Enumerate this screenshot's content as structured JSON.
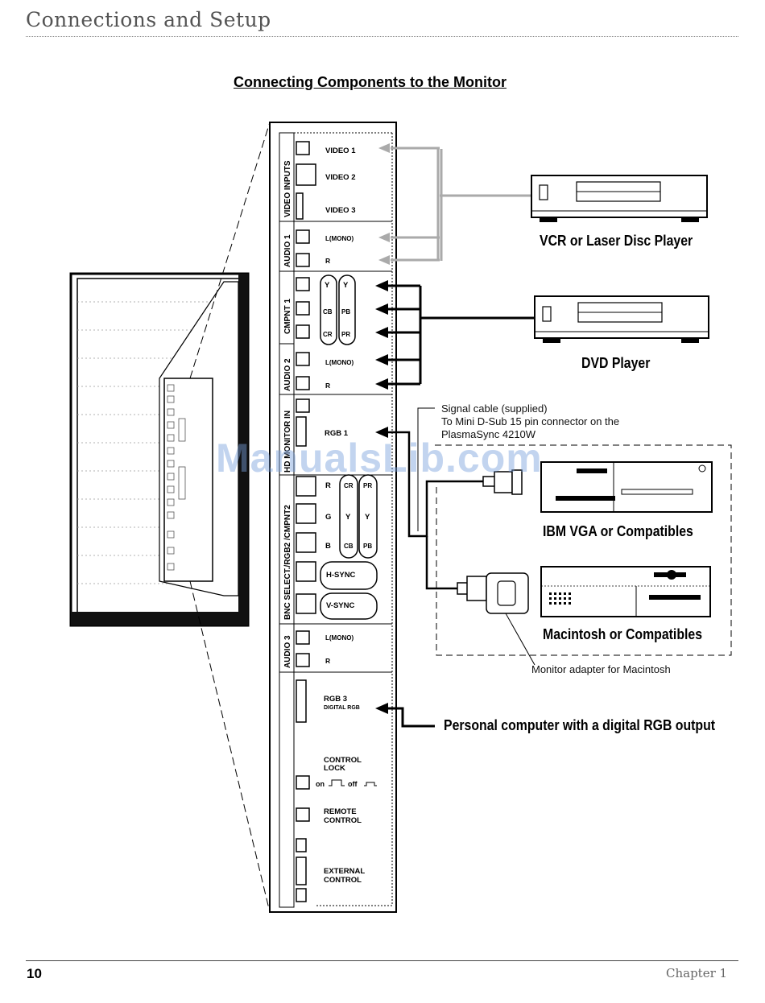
{
  "header": {
    "title": "Connections and Setup"
  },
  "figure": {
    "title": "Connecting Components to the Monitor",
    "groups": {
      "video_inputs": "VIDEO INPUTS",
      "audio1": "AUDIO 1",
      "cmpnt1": "CMPNT 1",
      "audio2": "AUDIO 2",
      "hd_monitor": "HD MONITOR IN",
      "bnc": "BNC SELECT./RGB2 /CMPNT2",
      "audio3": "AUDIO 3"
    },
    "jacks": {
      "video1": "VIDEO 1",
      "video2": "VIDEO 2",
      "video3": "VIDEO 3",
      "lmono1": "L(MONO)",
      "r1": "R",
      "y": "Y",
      "cb": "CB",
      "cr": "CR",
      "pb": "PB",
      "pr": "PR",
      "lmono2": "L(MONO)",
      "r2": "R",
      "rgb1": "RGB 1",
      "bnc_r": "R",
      "bnc_g": "G",
      "bnc_b": "B",
      "hsync": "H-SYNC",
      "vsync": "V-SYNC",
      "lmono3": "L(MONO)",
      "r3": "R",
      "rgb3": "RGB 3",
      "digital_rgb": "DIGITAL RGB",
      "control_lock_1": "CONTROL",
      "control_lock_2": "LOCK",
      "on": "on",
      "off": "off",
      "remote_1": "REMOTE",
      "remote_2": "CONTROL",
      "external_1": "EXTERNAL",
      "external_2": "CONTROL"
    },
    "devices": {
      "vcr": "VCR or Laser Disc Player",
      "dvd": "DVD Player",
      "ibm": "IBM VGA or Compatibles",
      "mac": "Macintosh or Compatibles",
      "pc": "Personal computer with a digital RGB output"
    },
    "notes": {
      "signal_cable_1": "Signal cable (supplied)",
      "signal_cable_2": "To Mini D-Sub 15 pin connector on the",
      "signal_cable_3": "PlasmaSync 4210W",
      "mac_adapter": "Monitor adapter for Macintosh"
    }
  },
  "watermark": "ManualsLib.com",
  "footer": {
    "page_number": "10",
    "chapter": "Chapter 1"
  }
}
